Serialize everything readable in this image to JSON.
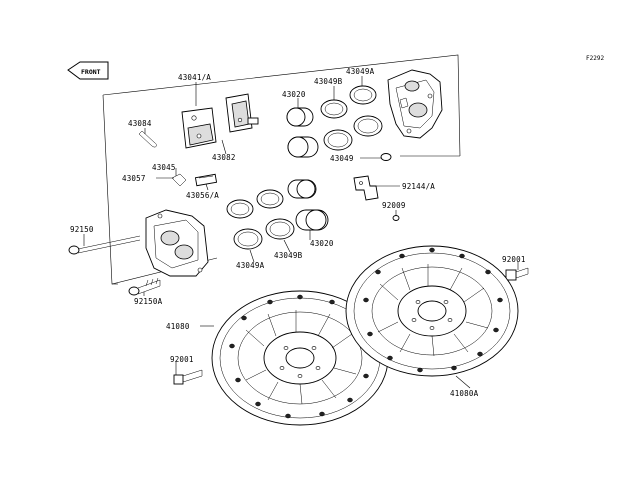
{
  "figure_code": "F2292",
  "direction_badge": "FRONT",
  "parts": {
    "p43041A": "43041/A",
    "p43049A_top": "43049A",
    "p43049B_top": "43049B",
    "p43020_top": "43020",
    "p43084": "43084",
    "p43082": "43082",
    "p43049": "43049",
    "p43045": "43045",
    "p43057": "43057",
    "p43056A": "43056/A",
    "p92144A": "92144/A",
    "p92009": "92009",
    "p92150": "92150",
    "p43020_bot": "43020",
    "p43049A_bot": "43049A",
    "p43049B_bot": "43049B",
    "p92150A": "92150A",
    "p92001_right": "92001",
    "p41080": "41080",
    "p92001_left": "92001",
    "p41080A": "41080A"
  }
}
